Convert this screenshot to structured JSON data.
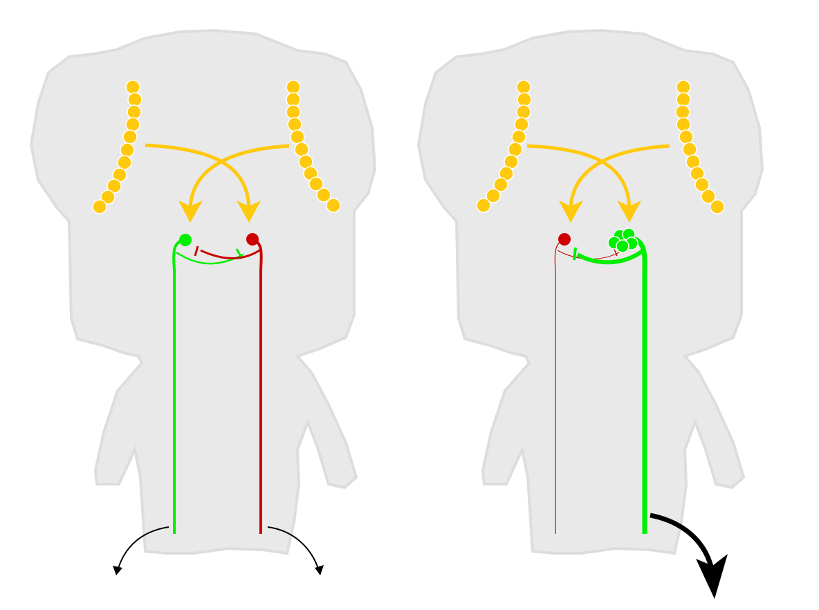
{
  "colors": {
    "background": "#ffffff",
    "body_fill": "#e9e9e9",
    "body_stroke": "#dddddd",
    "input_neuron": "#ffc90e",
    "green_neuron": "#00ee00",
    "red_neuron": "#cc0000",
    "output_arrow": "#000000"
  },
  "panels": [
    {
      "id": "symmetric",
      "green_cell_count": 1,
      "red_cell_count": 1,
      "green_axon_relative_width": 1,
      "red_axon_relative_width": 1,
      "output_turns": [
        "left",
        "right"
      ]
    },
    {
      "id": "asymmetric",
      "green_cell_count": 5,
      "red_cell_count": 1,
      "green_axon_relative_width": 2,
      "red_axon_relative_width": 0.4,
      "output_turns": [
        "right"
      ]
    }
  ]
}
